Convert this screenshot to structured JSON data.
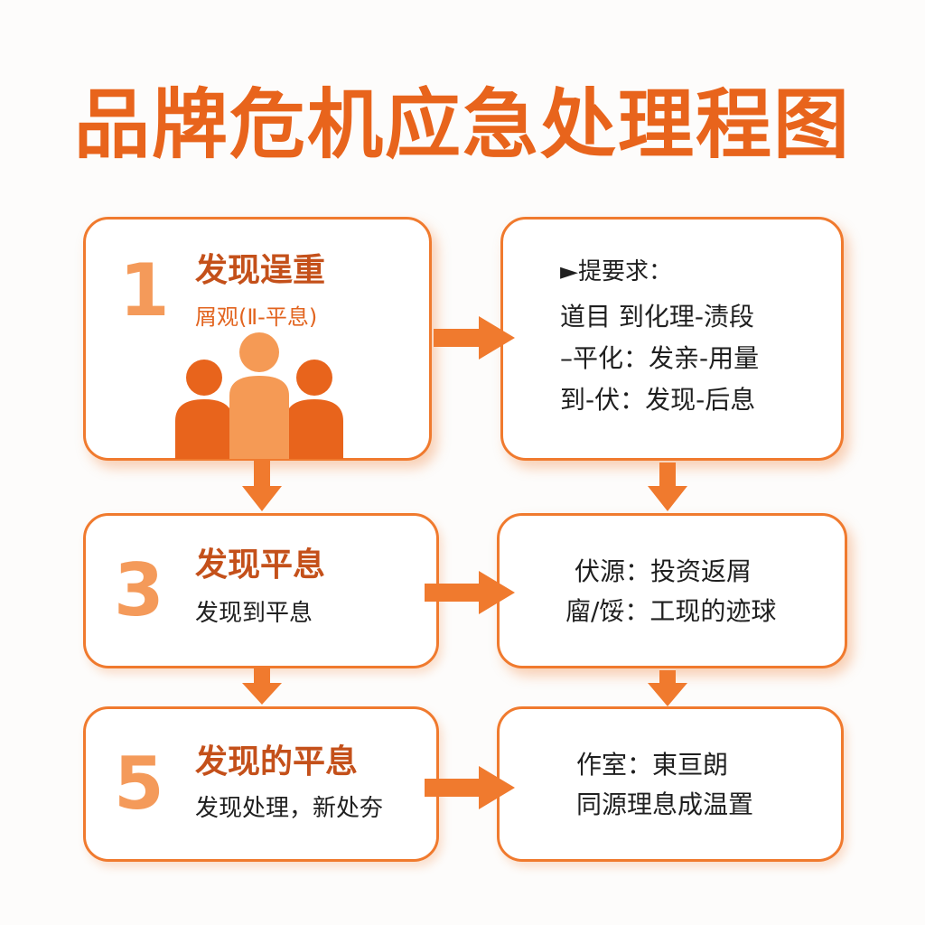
{
  "title": "品牌危机应急处理程图",
  "steps": [
    {
      "number": "1",
      "title": "发现逞重",
      "subtitle": "屑观(Ⅱ-平息)"
    },
    {
      "number": "3",
      "title": "发现平息",
      "subtitle": "发现到平息"
    },
    {
      "number": "5",
      "title": "发现的平息",
      "subtitle": "发现处理，新处夯"
    }
  ],
  "info_boxes": [
    {
      "lines": [
        "►提要求：",
        "道目  到化理-渍段",
        "–平化：发亲-用量",
        "到-伏：发现-后息"
      ]
    },
    {
      "lines": [
        "伏源：投资返屑",
        "廇/馁：工现的迹球"
      ]
    },
    {
      "lines": [
        "作室：東亘朗",
        "同源理息成温置"
      ]
    }
  ],
  "colors": {
    "accent": "#f07a2e",
    "title": "#e8641c",
    "step_title": "#c4501a",
    "number": "#f49a5a",
    "people_dark": "#e8641c",
    "people_light": "#f59a55"
  },
  "icons": {
    "people": "people-group-icon",
    "arrow": "arrow-icon"
  }
}
